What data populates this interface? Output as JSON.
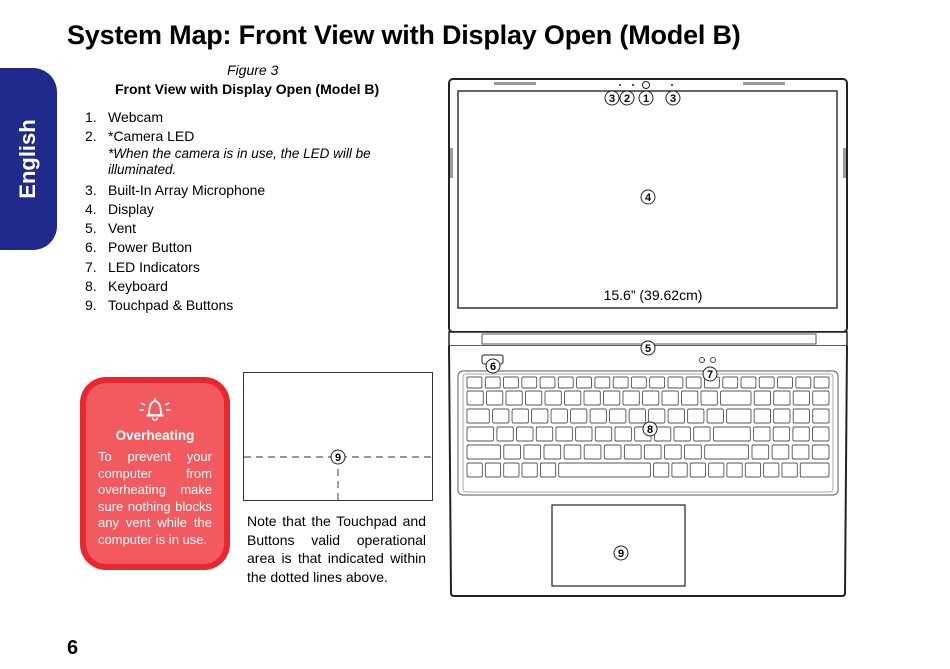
{
  "page": {
    "title": "System Map: Front View with Display Open (Model B)",
    "side_tab": "English",
    "page_number": "6"
  },
  "figure": {
    "label": "Figure 3",
    "caption": "Front View with Display Open (Model B)"
  },
  "parts": [
    {
      "num": "1.",
      "label": "Webcam"
    },
    {
      "num": "2.",
      "label": "*Camera LED",
      "note": "*When the camera is in use, the LED will be illuminated."
    },
    {
      "num": "3.",
      "label": "Built-In Array Microphone"
    },
    {
      "num": "4.",
      "label": "Display"
    },
    {
      "num": "5.",
      "label": "Vent"
    },
    {
      "num": "6.",
      "label": "Power Button"
    },
    {
      "num": "7.",
      "label": "LED Indicators"
    },
    {
      "num": "8.",
      "label": "Keyboard"
    },
    {
      "num": "9.",
      "label": "Touchpad & Buttons"
    }
  ],
  "warning": {
    "icon": "alarm-bell-icon",
    "title": "Overheating",
    "text": "To prevent your computer from overheating make sure nothing blocks any vent while the computer is in use.",
    "color": "#e8282e"
  },
  "touchpad_figure": {
    "callout": "9",
    "note": "Note that the Touchpad and Buttons valid operational area is that indicated within the dotted lines above."
  },
  "laptop": {
    "screen_size": "15.6” (39.62cm)",
    "callouts": {
      "mic_left": "3",
      "camera_led": "2",
      "webcam": "1",
      "mic_right": "3",
      "display": "4",
      "vent": "5",
      "power": "6",
      "led": "7",
      "keyboard": "8",
      "touchpad": "9"
    }
  },
  "colors": {
    "side_tab": "#1f2a8c",
    "warning_border": "#e8282e",
    "warning_fill": "#f25a5f"
  }
}
